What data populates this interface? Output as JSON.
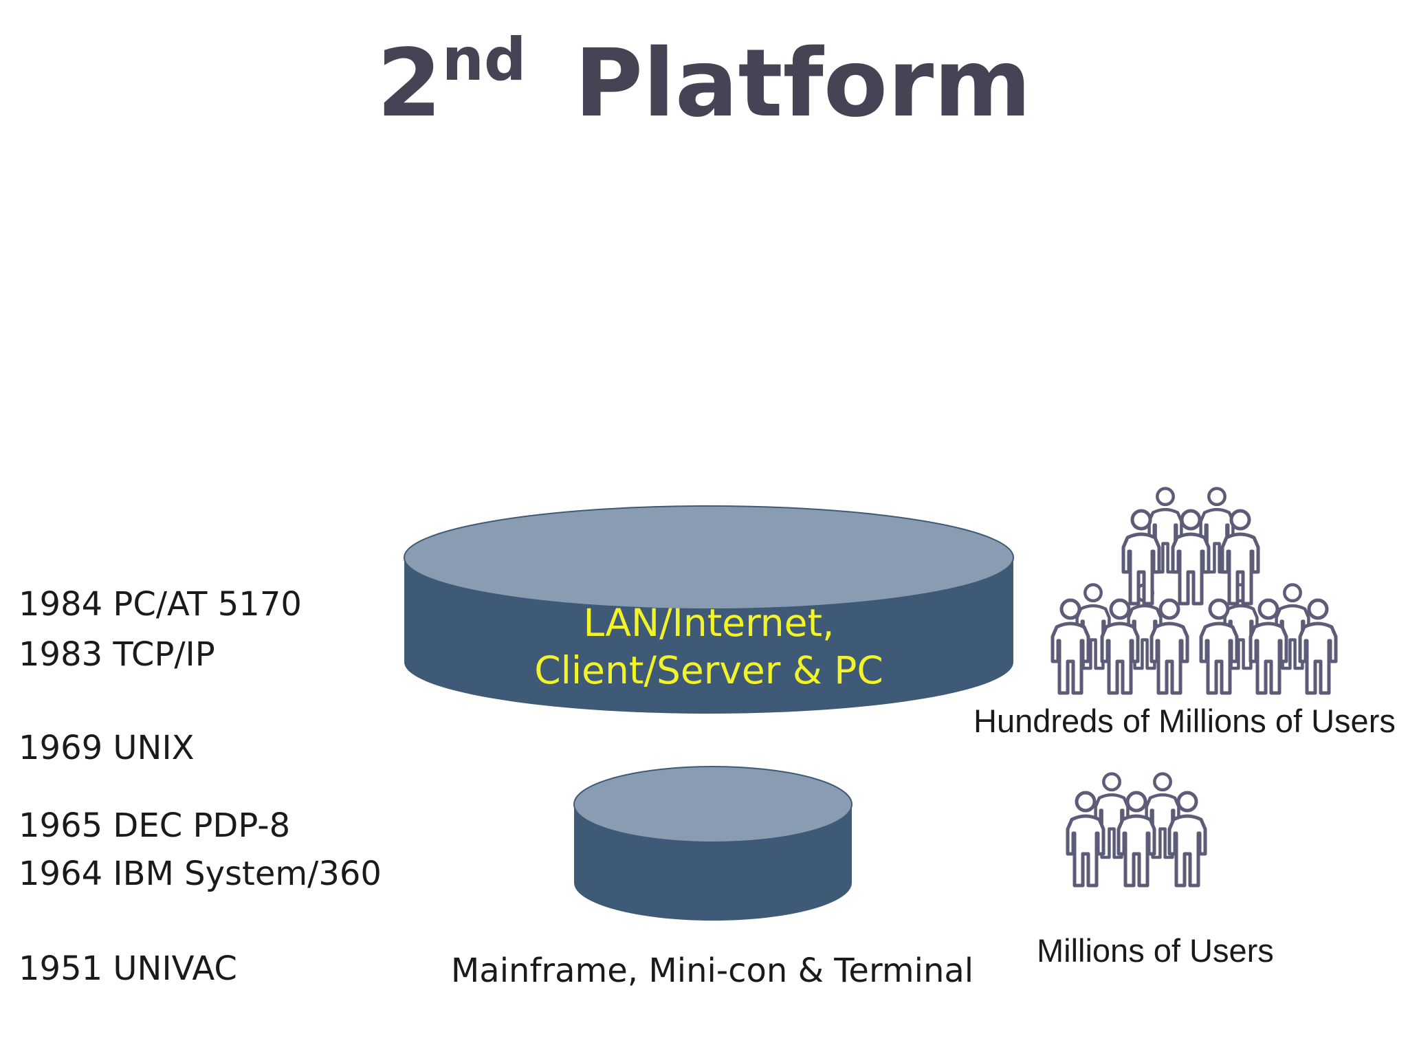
{
  "title": {
    "main": "2",
    "superscript": "nd",
    "rest": "Platform"
  },
  "milestones": [
    "1984 PC/AT 5170",
    "1983 TCP/IP",
    "1969 UNIX",
    "1965 DEC PDP-8",
    "1964 IBM System/360",
    "1951 UNIVAC"
  ],
  "layers": {
    "upper": {
      "line1": "LAN/Internet,",
      "line2": "Client/Server & PC",
      "users": "Hundreds of Millions of Users"
    },
    "lower": {
      "label": "Mainframe, Mini-con & Terminal",
      "users": "Millions of Users"
    }
  },
  "colors": {
    "title": "#444454",
    "cylinder_top": "#8a9cb1",
    "cylinder_side": "#3e5a77",
    "highlight_text": "#f3f32a",
    "people_outline": "#5c5c78"
  },
  "icons": {
    "people": "person-outline-icon"
  }
}
